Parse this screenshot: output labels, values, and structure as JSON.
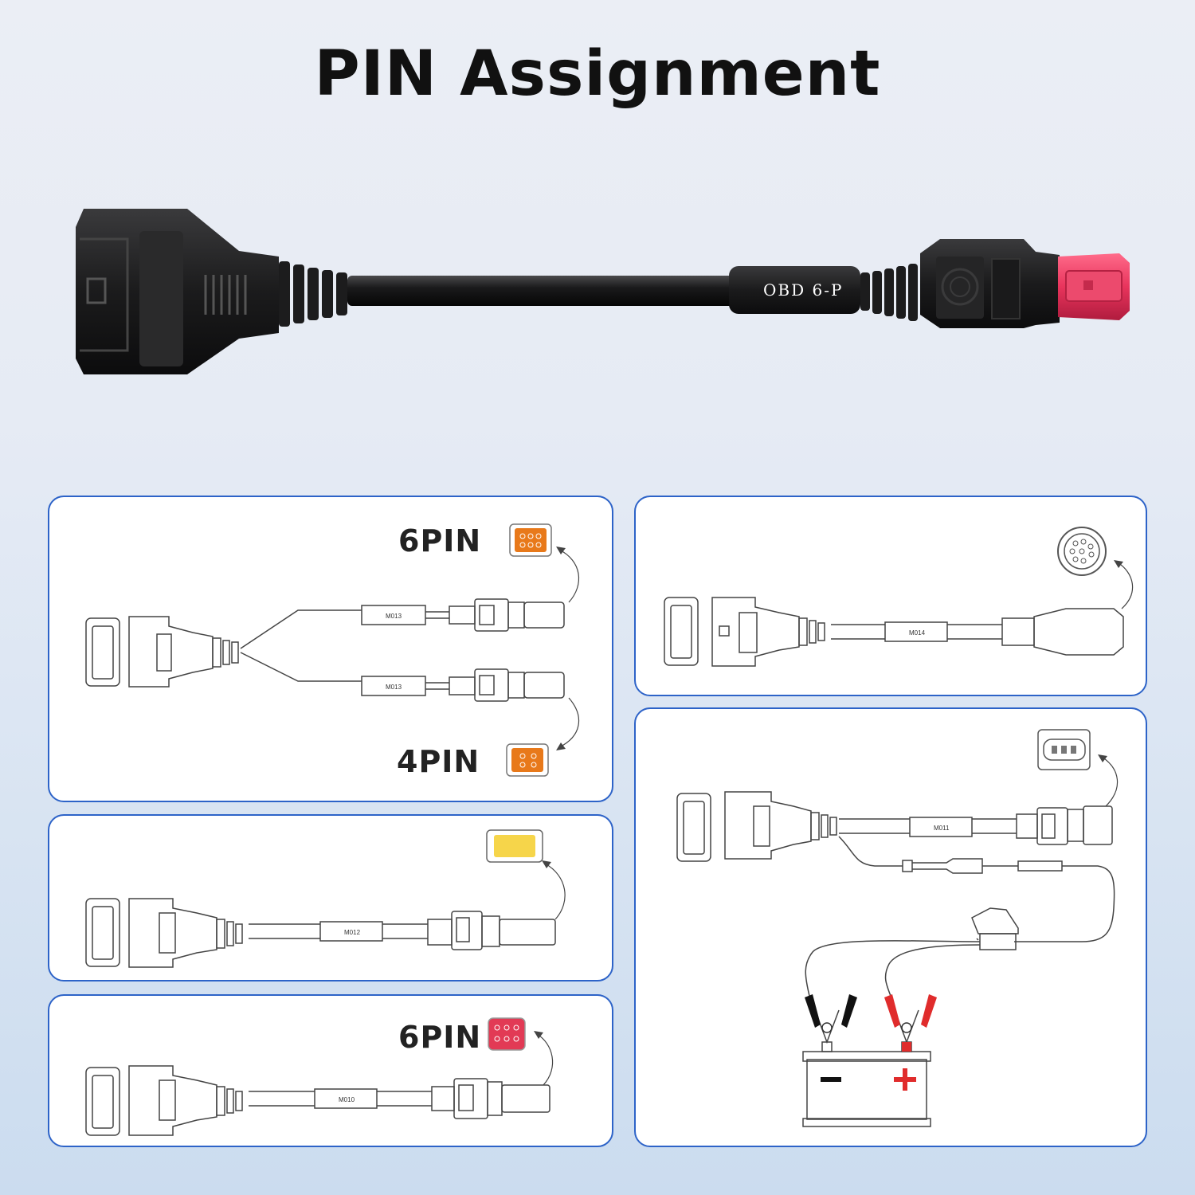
{
  "title": "PIN Assignment",
  "hero_cable": {
    "label": "OBD 6-P"
  },
  "panels": {
    "p1": {
      "top_label": "6PIN",
      "bottom_label": "4PIN",
      "tag_top": "M013",
      "tag_bottom": "M013"
    },
    "p2": {
      "tag": "M014"
    },
    "p3": {
      "tag": "M012"
    },
    "p4": {
      "label": "6PIN",
      "tag": "M010"
    },
    "p5": {
      "tag": "M011",
      "battery_negative": "−",
      "battery_positive": "+"
    }
  },
  "colors": {
    "panel_border": "#2d63c8",
    "orange_connector": "#e8791a",
    "yellow_connector": "#f6d54a",
    "red_connector": "#e23a55",
    "hero_red_tip": "#e8345c",
    "clip_red": "#e02c2c"
  }
}
